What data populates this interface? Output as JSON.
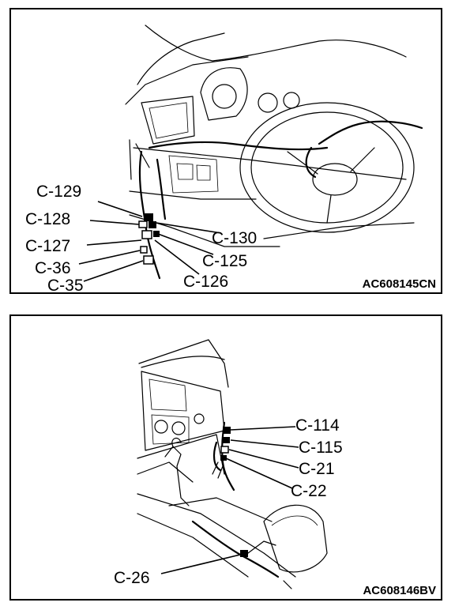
{
  "panel_top": {
    "callouts": [
      "C-129",
      "C-128",
      "C-127",
      "C-36",
      "C-35",
      "C-130",
      "C-125",
      "C-126"
    ],
    "code": "AC608145CN"
  },
  "panel_bottom": {
    "callouts": [
      "C-114",
      "C-115",
      "C-21",
      "C-22",
      "C-26"
    ],
    "code": "AC608146BV"
  }
}
